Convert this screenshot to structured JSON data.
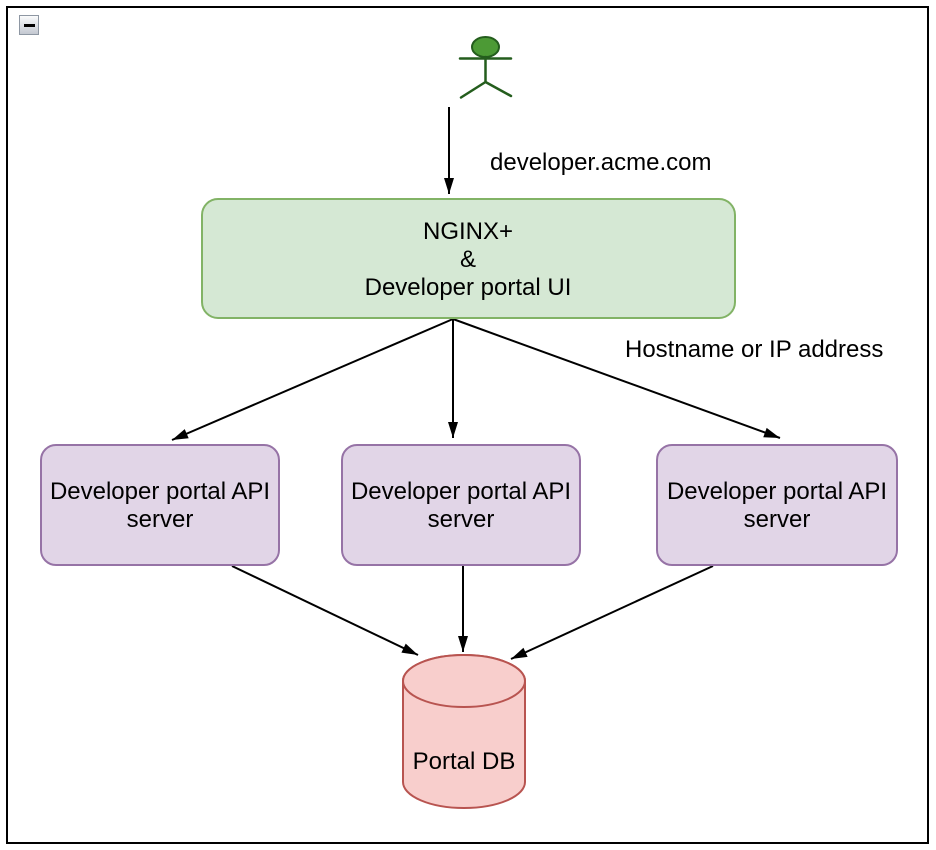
{
  "window": {
    "collapse_button": {
      "icon": "minus-icon"
    }
  },
  "colors": {
    "arrow": "#000000",
    "text": "#000000",
    "actor_fill": "#4c9a35",
    "actor_stroke": "#245d1d",
    "nginx_fill": "#d5e8d4",
    "nginx_stroke": "#82b366",
    "api_fill": "#e1d5e7",
    "api_stroke": "#9673a6",
    "db_fill": "#f8cecc",
    "db_stroke": "#b85450"
  },
  "diagram": {
    "edge_labels": {
      "domain": "developer.acme.com",
      "routing": "Hostname or IP address"
    },
    "nginx": {
      "line1": "NGINX+",
      "line2": "&",
      "line3": "Developer portal UI"
    },
    "api_servers": [
      {
        "line1": "Developer portal API",
        "line2": "server"
      },
      {
        "line1": "Developer portal API",
        "line2": "server"
      },
      {
        "line1": "Developer portal API",
        "line2": "server"
      }
    ],
    "db": {
      "label": "Portal DB"
    }
  }
}
